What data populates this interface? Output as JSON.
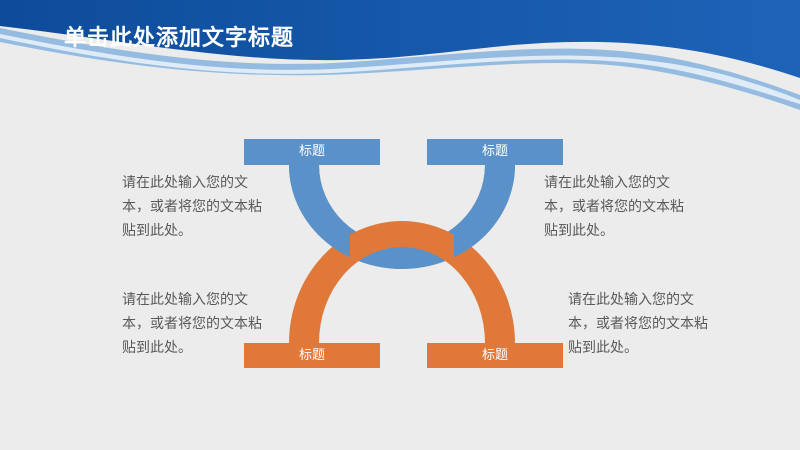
{
  "slide": {
    "title": "单击此处添加文字标题"
  },
  "colors": {
    "blue": "#5b91c9",
    "orange": "#e0783a",
    "header_dark": "#0d4c9a",
    "header_light": "#7fb0dd",
    "text": "#595959",
    "background": "#ececec"
  },
  "labels": {
    "top_left": "标题",
    "top_right": "标题",
    "bottom_left": "标题",
    "bottom_right": "标题"
  },
  "texts": {
    "top_left": "请在此处输入您的文本，或者将您的文本粘贴到此处。",
    "top_right": "请在此处输入您的文本，或者将您的文本粘贴到此处。",
    "bottom_left": "请在此处输入您的文本，或者将您的文本粘贴到此处。",
    "bottom_right": "请在此处输入您的文本，或者将您的文本粘贴到此处。"
  }
}
